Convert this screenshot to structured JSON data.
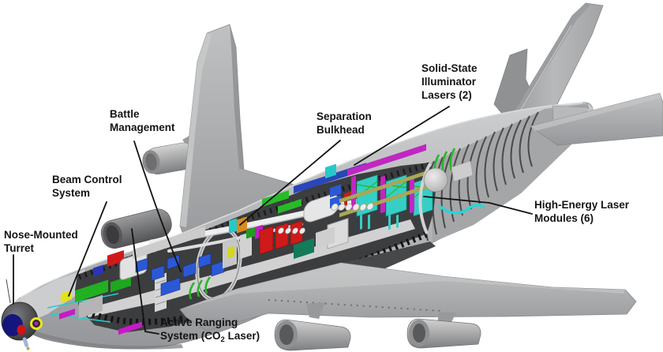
{
  "figure": {
    "labels": {
      "nose_mounted_turret": {
        "line1": "Nose-Mounted",
        "line2": "Turret"
      },
      "beam_control_system": {
        "line1": "Beam Control",
        "line2": "System"
      },
      "battle_management": {
        "line1": "Battle",
        "line2": "Management"
      },
      "active_ranging": {
        "line1": "Active Ranging",
        "line2_pre": "System (CO",
        "line2_sub": "2",
        "line2_post": " Laser)"
      },
      "separation_bulkhead": {
        "line1": "Separation",
        "line2": "Bulkhead"
      },
      "solid_state_illuminator": {
        "line1": "Solid-State",
        "line2": "Illuminator",
        "line3": "Lasers (2)"
      },
      "high_energy_laser": {
        "line1": "High-Energy Laser",
        "line2": "Modules (6)"
      }
    },
    "palette": {
      "background": "#ffffff",
      "label_text": "#141414",
      "airframe_gray": "#b2b3b4",
      "airframe_shadow": "#8e9092",
      "interior_dark": "#3c3d3f",
      "turret_window_blue": "#15157e",
      "turret_dot_red": "#cc1515",
      "turret_ring_yellow": "#e8e81a",
      "console_blue": "#2b59d6",
      "equipment_red": "#cf1a1a",
      "equipment_green": "#21b021",
      "laser_module_cyan": "#35cfc6",
      "frame_magenta": "#c226c2",
      "rail_khaki": "#a8a855",
      "box_orange": "#d98a1f"
    }
  }
}
